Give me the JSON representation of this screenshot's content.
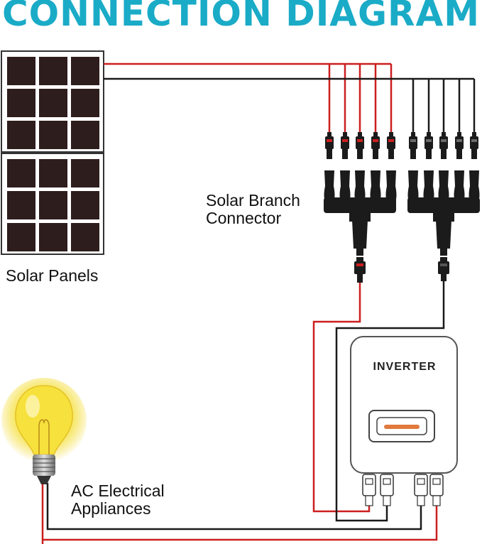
{
  "title": "CONNECTION DIAGRAM",
  "labels": {
    "solar_panels": "Solar Panels",
    "branch_line1": "Solar Branch",
    "branch_line2": "Connector",
    "ac_line1": "AC Electrical",
    "ac_line2": "Appliances",
    "inverter": "INVERTER"
  },
  "colors": {
    "title": "#1aabc7",
    "positive_wire": "#cc1f1f",
    "negative_wire": "#1a1a1a",
    "panel_cell": "#2e1d1d",
    "led": "#e07a3c",
    "bulb": "#f5e24a"
  },
  "branch_connector": {
    "positive_ports": 5,
    "negative_ports": 5
  }
}
